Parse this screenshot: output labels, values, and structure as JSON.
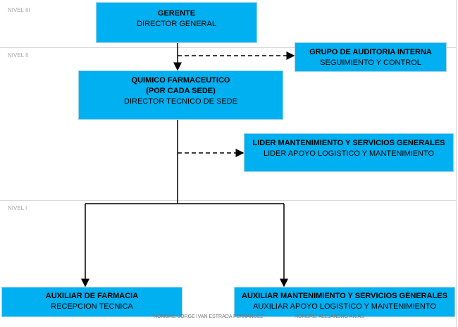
{
  "levels": {
    "l3": "NIVEL III",
    "l2": "NIVEL II",
    "l1": "NIVEL I"
  },
  "boxes": {
    "gerente": {
      "title": "GERENTE",
      "subtitle": "DIRECTOR GENERAL"
    },
    "auditoria": {
      "title": "GRUPO DE AUDITORIA INTERNA",
      "subtitle": "SEGUIMIENTO Y CONTROL"
    },
    "quimico": {
      "title": "QUIMICO FARMACEUTICO",
      "title2": "(POR CADA SEDE)",
      "subtitle": "DIRECTOR TECNICO DE SEDE"
    },
    "lider": {
      "title": "LIDER MANTENIMIENTO Y SERVICIOS GENERALES",
      "subtitle": "LIDER APOYO LOGISTICO Y MANTENIMIENTO"
    },
    "aux_farmacia": {
      "title": "AUXILIAR DE FARMACIA",
      "subtitle": "RECEPCION TECNICA"
    },
    "aux_mant": {
      "title": "AUXILIAR MANTENIMIENTO Y SERVICIOS GENERALES",
      "subtitle": "AUXILIAR APOYO LOGISTICO Y MANTENIMIENTO"
    }
  },
  "footer": {
    "name1": "NOMBRE: JORGE IVAN ESTRADA FERNANDEZ",
    "name2": "NOMBRE: ALEJANDRO ARIAS"
  },
  "colors": {
    "box": "#00b0f0"
  }
}
